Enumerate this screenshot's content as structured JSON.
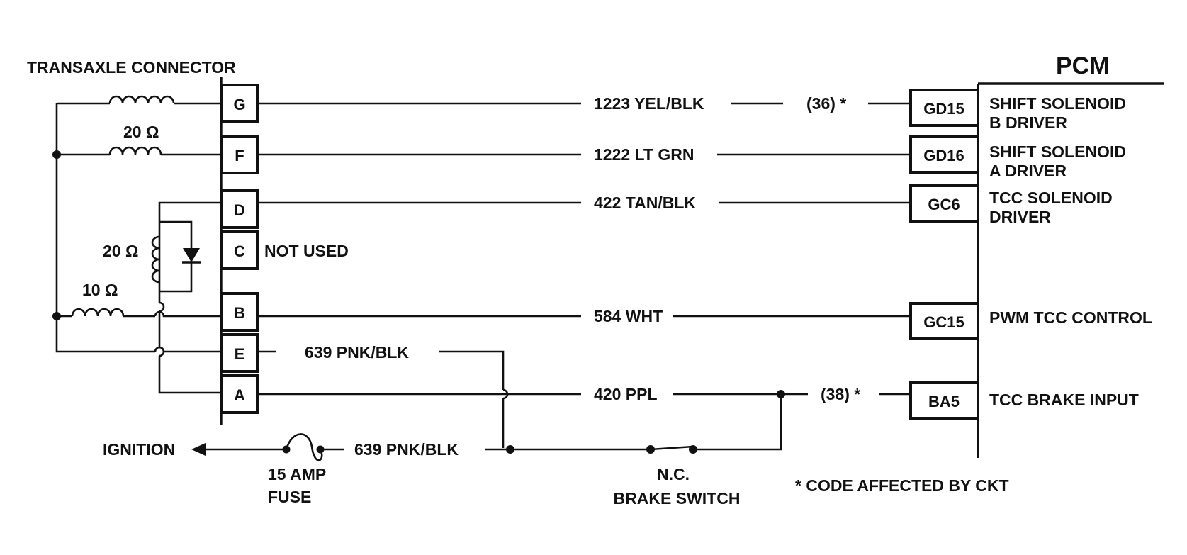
{
  "colors": {
    "ink": "#111111",
    "background": "#ffffff"
  },
  "transaxle": {
    "title": "TRANSAXLE CONNECTOR",
    "pins": [
      "G",
      "F",
      "D",
      "C",
      "B",
      "E",
      "A"
    ],
    "not_used": "NOT USED",
    "r_f": "20 Ω",
    "r_d": "20 Ω",
    "r_b": "10 Ω"
  },
  "wires": {
    "g": "1223 YEL/BLK",
    "f": "1222 LT GRN",
    "d": "422 TAN/BLK",
    "b": "584 WHT",
    "e": "639 PNK/BLK",
    "a": "420 PPL",
    "ign": "639 PNK/BLK"
  },
  "codes": {
    "g": "(36) *",
    "a": "(38) *"
  },
  "pcm": {
    "title": "PCM",
    "terminals": [
      "GD15",
      "GD16",
      "GC6",
      "GC15",
      "BA5"
    ],
    "functions": {
      "gd15_line1": "SHIFT SOLENOID",
      "gd15_line2": "B DRIVER",
      "gd16_line1": "SHIFT SOLENOID",
      "gd16_line2": "A DRIVER",
      "gc6_line1": "TCC SOLENOID",
      "gc6_line2": "DRIVER",
      "gc15": "PWM TCC CONTROL",
      "ba5": "TCC BRAKE INPUT"
    }
  },
  "ignition": "IGNITION",
  "fuse": {
    "line1": "15 AMP",
    "line2": "FUSE"
  },
  "brake_switch": {
    "line1": "N.C.",
    "line2": "BRAKE SWITCH"
  },
  "footnote": "*  CODE AFFECTED BY CKT"
}
